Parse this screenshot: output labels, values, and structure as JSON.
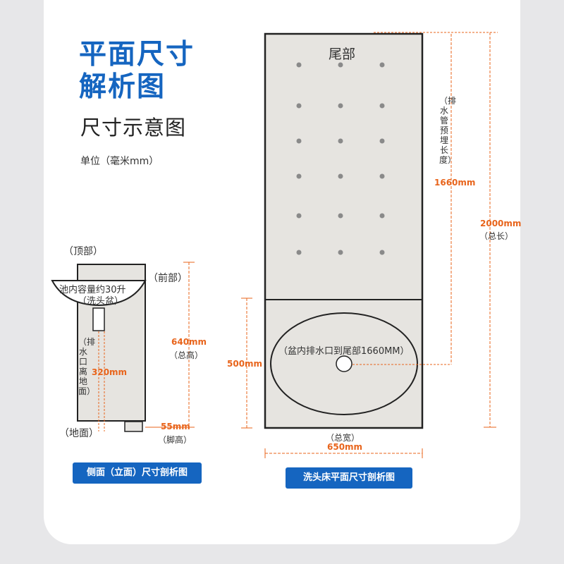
{
  "title": {
    "line1": "平面尺寸",
    "line2": "解析图"
  },
  "subtitle": "尺寸示意图",
  "unit": "单位（毫米mm）",
  "side_view": {
    "top_label": "（顶部）",
    "front_label": "（前部）",
    "ground_label": "（地面）",
    "basin_label_1": "池内容量约30升",
    "basin_label_2": "（洗头盆）",
    "drain_height_label": "（排水口离地面）",
    "drain_height_value": "320mm",
    "total_height_value": "640mm",
    "total_height_label": "（总高）",
    "foot_height_value": "55mm",
    "foot_height_label": "（脚高）",
    "caption": "侧面（立面）尺寸剖析图"
  },
  "plan_view": {
    "tail_label": "尾部",
    "pipe_label": "（排水管预埋长度）",
    "pipe_value": "1660mm",
    "total_length_value": "2000mm",
    "total_length_label": "（总长）",
    "basin_text": "（盆内排水口到尾部1660MM）",
    "basin_height_value": "500mm",
    "width_label": "（总宽）",
    "width_value": "650mm",
    "caption": "洗头床平面尺寸剖析图"
  },
  "colors": {
    "accent": "#1565c0",
    "dimension": "#e8641b",
    "panel": "#e6e4e0",
    "outline": "#222222"
  }
}
